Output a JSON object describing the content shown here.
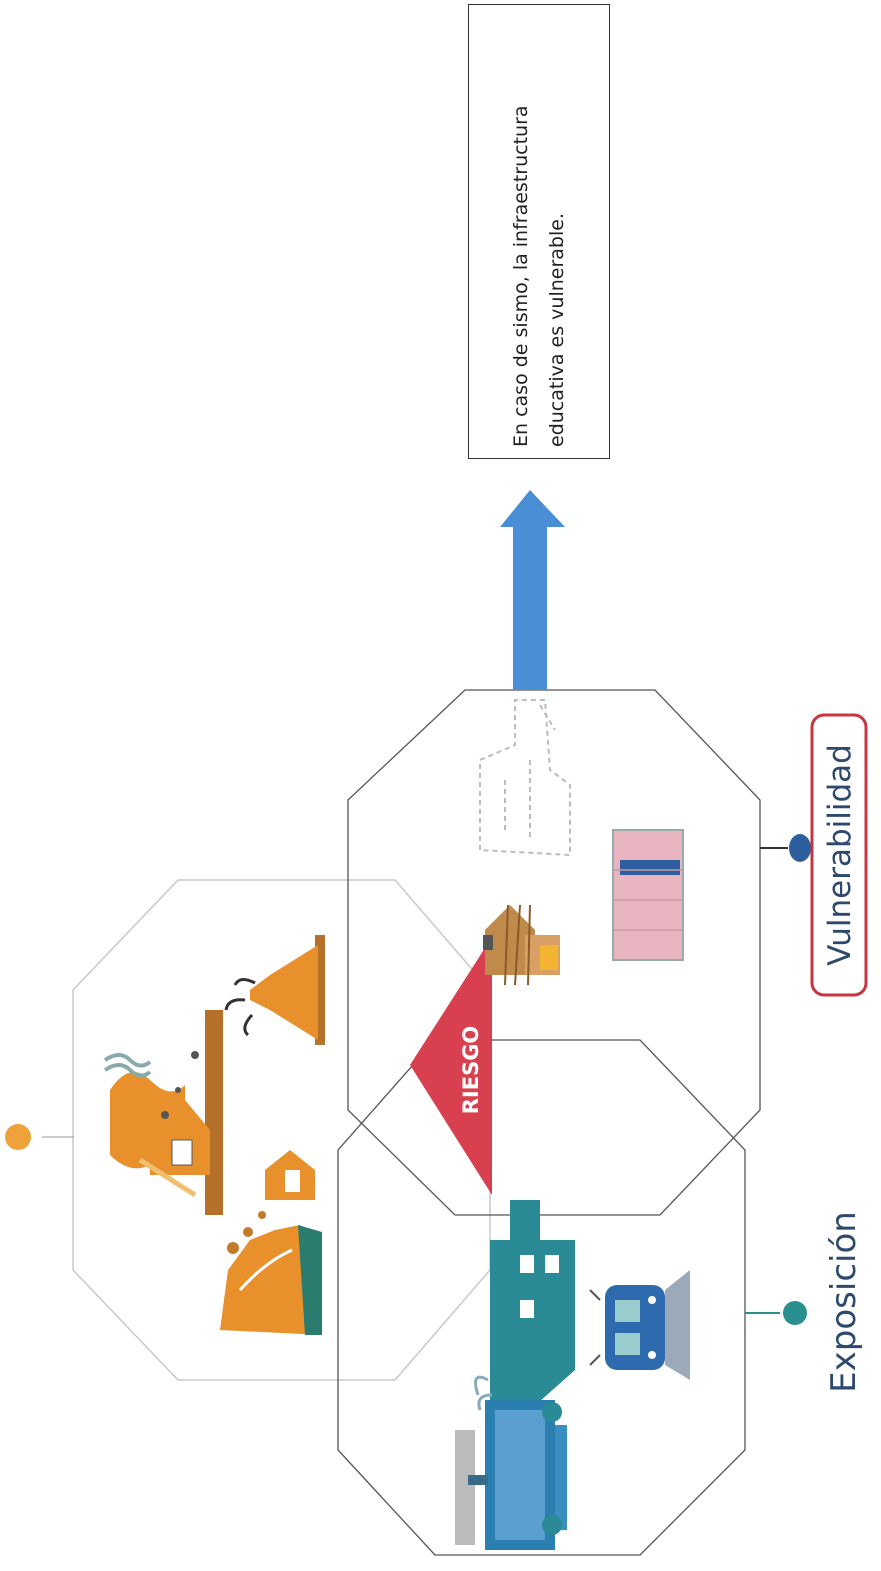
{
  "labels": {
    "riesgo": "RIESGO",
    "exposicion": "Exposición",
    "vulnerabilidad": "Vulnerabilidad"
  },
  "caption": {
    "text": "En caso de sismo, la infraestructura educativa es vulnerable."
  },
  "colors": {
    "riesgo": "#d9404f",
    "exposicion_dot": "#2a8f8f",
    "vulnerabilidad_dot": "#2d5f9e",
    "amenaza_dot": "#f0a23a",
    "vulnerabilidad_border": "#c8343f",
    "arrow": "#4a8fd6",
    "hazard_icons": "#e8912c",
    "exposure_icons": "#2a8a96"
  },
  "icons": {
    "hazard": [
      "landslide-icon",
      "flood-icon",
      "volcano-icon"
    ],
    "exposure": [
      "city-buildings-icon",
      "train-icon",
      "skyscraper-icon"
    ],
    "vulnerability": [
      "wooden-house-icon",
      "brick-wall-icon",
      "damaged-building-icon"
    ]
  }
}
